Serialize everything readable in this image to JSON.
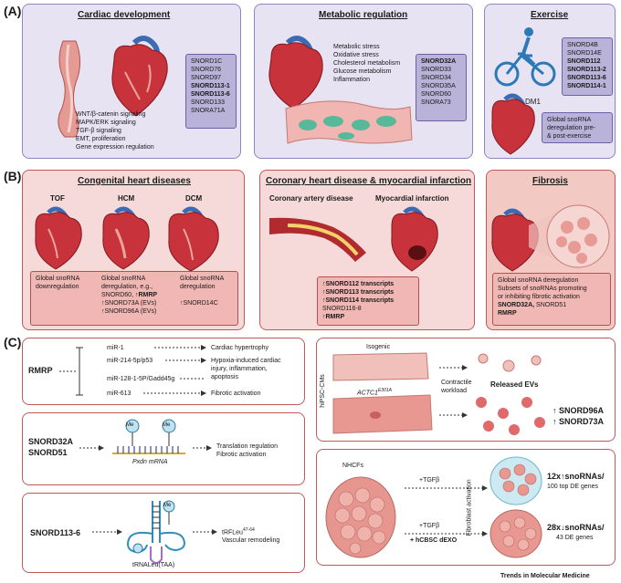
{
  "sections": {
    "a": "(A)",
    "b": "(B)",
    "c": "(C)"
  },
  "cardiac": {
    "title": "Cardiac development",
    "text": [
      "WNT/β-catenin signaling",
      "MAPK/ERK signaling",
      "TGF-β signaling",
      "EMT, proliferation",
      "Gene expression regulation"
    ],
    "list": [
      {
        "t": "SNORD1C",
        "b": false
      },
      {
        "t": "SNORD76",
        "b": false
      },
      {
        "t": "SNORD97",
        "b": false
      },
      {
        "t": "SNORD113-1",
        "b": true
      },
      {
        "t": "SNORD113-6",
        "b": true
      },
      {
        "t": "SNORD133",
        "b": false
      },
      {
        "t": "SNORA71A",
        "b": false
      }
    ]
  },
  "metabolic": {
    "title": "Metabolic regulation",
    "text": [
      "Metabolic stress",
      "Oxidative stress",
      "Cholesterol metabolism",
      "Glucose metabolism",
      "Inflammation"
    ],
    "list": [
      {
        "t": "SNORD32A",
        "b": true
      },
      {
        "t": "SNORD33",
        "b": false
      },
      {
        "t": "SNORD34",
        "b": false
      },
      {
        "t": "SNORD35A",
        "b": false
      },
      {
        "t": "SNORD60",
        "b": false
      },
      {
        "t": "SNORA73",
        "b": false
      }
    ]
  },
  "exercise": {
    "title": "Exercise",
    "list": [
      {
        "t": "SNORD4B",
        "b": false
      },
      {
        "t": "SNORD14E",
        "b": false
      },
      {
        "t": "SNORD112",
        "b": true
      },
      {
        "t": "SNORD113-2",
        "b": true
      },
      {
        "t": "SNORD113-6",
        "b": true
      },
      {
        "t": "SNORD114-1",
        "b": true
      }
    ],
    "dm1": "DM1",
    "note": [
      "Global snoRNA",
      "deregulation pre-",
      "& post-exercise"
    ]
  },
  "congenital": {
    "title": "Congenital heart diseases",
    "tof": "TOF",
    "hcm": "HCM",
    "dcm": "DCM",
    "tof_text": [
      "Global snoRNA",
      "downregulation"
    ],
    "hcm_text": [
      {
        "t": "Global snoRNA",
        "b": false
      },
      {
        "t": "deregulation, e.g.,",
        "b": false
      },
      {
        "pre": "SNORD60, ↑",
        "bold": "RMRP"
      },
      {
        "t": "↑SNORD73A (EVs)",
        "b": false
      },
      {
        "t": "↑SNORD96A (EVs)",
        "b": false
      }
    ],
    "dcm_text": [
      "Global snoRNA",
      "deregulation",
      "",
      "↑SNORD14C"
    ]
  },
  "coronary": {
    "title": "Coronary heart disease & myocardial infarction",
    "cad": "Coronary artery disease",
    "mi": "Myocardial infarction",
    "list": [
      {
        "t": "↑SNORD112 transcripts",
        "b": true
      },
      {
        "t": "↑SNORD113 transcripts",
        "b": true
      },
      {
        "t": "↑SNORD114 transcripts",
        "b": true
      },
      {
        "t": "SNORD116-8",
        "b": false
      },
      {
        "t": "↑RMRP",
        "b": true
      }
    ]
  },
  "fibrosis": {
    "title": "Fibrosis",
    "text": [
      "Global snoRNA deregulation",
      "Subsets of snoRNAs  promoting",
      "or inhibiting fibrotic activation"
    ],
    "snords": "SNORD32A,",
    "snord51": " SNORD51",
    "rmrp": "RMRP"
  },
  "rmrp_panel": {
    "name": "RMRP",
    "mirs": [
      "miR-1",
      "miR-214-5p/p53",
      "miR-128-1-5P/Gadd45g",
      "miR-613"
    ],
    "outcomes": [
      "Cardiac hypertrophy",
      "Hypoxia-induced cardiac",
      "injury, inflammation,",
      "apoptosis",
      "Fibrotic activation"
    ]
  },
  "snord32_panel": {
    "name1": "SNORD32A",
    "name2": "SNORD51",
    "me": "Me",
    "mrna": "Pxdn mRNA",
    "outcomes": [
      "Translation regulation",
      "Fibrotic activation"
    ]
  },
  "snord113_panel": {
    "name": "SNORD113-6",
    "me": "Me",
    "trf": "tRFLeu",
    "trf_sup": "47-64",
    "outcome2": "Vascular remodeling",
    "trna": "tRNALeu(TAA)"
  },
  "ipsc_panel": {
    "side": "hiPSC-CMs",
    "isogenic": "Isogenic",
    "actc": "ACTC1",
    "actc_sup": "E301A",
    "workload": [
      "Contractile",
      "workload"
    ],
    "evs": "Released EVs",
    "up1": "↑ SNORD96A",
    "up2": "↑ SNORD73A"
  },
  "nhcf_panel": {
    "nhcfs": "NHCFs",
    "tgfb1": "+TGFβ",
    "tgfb2": "+TGFβ",
    "dexo": "+ hCBSC dEXO",
    "side": "Fibroblast activation",
    "r1a": "12x↑snoRNAs/",
    "r1b": "100 top DE genes",
    "r2a": "28x↓snoRNAs/",
    "r2b": "43 DE genes"
  },
  "footer": "Trends in Molecular Medicine",
  "colors": {
    "purple_bg": "#e7e3f3",
    "pink_bg": "#f6dada",
    "heart_red": "#c8323a",
    "accent_blue": "#4aa3c8"
  }
}
